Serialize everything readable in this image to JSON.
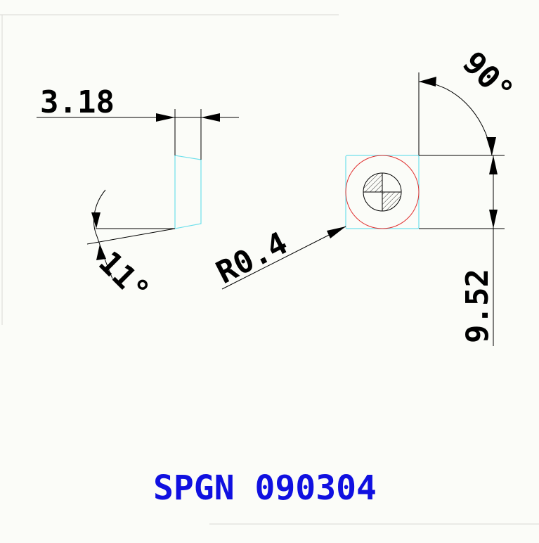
{
  "dimensions": {
    "thickness": "3.18",
    "clearance_angle": "11°",
    "corner_angle": "90°",
    "corner_radius": "R0.4",
    "edge_length": "9.52"
  },
  "caption": "SPGN 090304",
  "colors": {
    "caption": "#1010e0",
    "insert_outline": "#6fe0ec",
    "center_circle": "#e03030",
    "dimension_lines": "#000000",
    "background": "#fbfcf8"
  },
  "icons": {
    "hole_symbol": "quartered-hatched-circle-icon"
  }
}
